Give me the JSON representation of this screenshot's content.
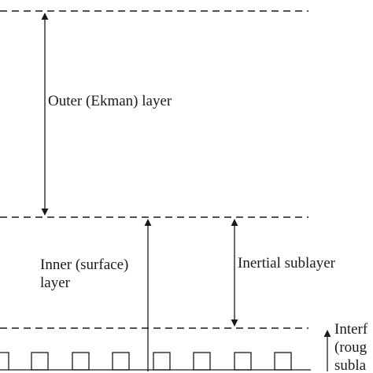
{
  "labels": {
    "outer_layer": "Outer (Ekman) layer",
    "inner_layer_line1": "Inner (surface)",
    "inner_layer_line2": "layer",
    "inertial_sublayer": "Inertial sublayer",
    "interfacial_line1": "Interf",
    "interfacial_line2": "(roug",
    "interfacial_line3": "subla"
  },
  "colors": {
    "line": "#1a1a1a",
    "background": "#ffffff"
  }
}
